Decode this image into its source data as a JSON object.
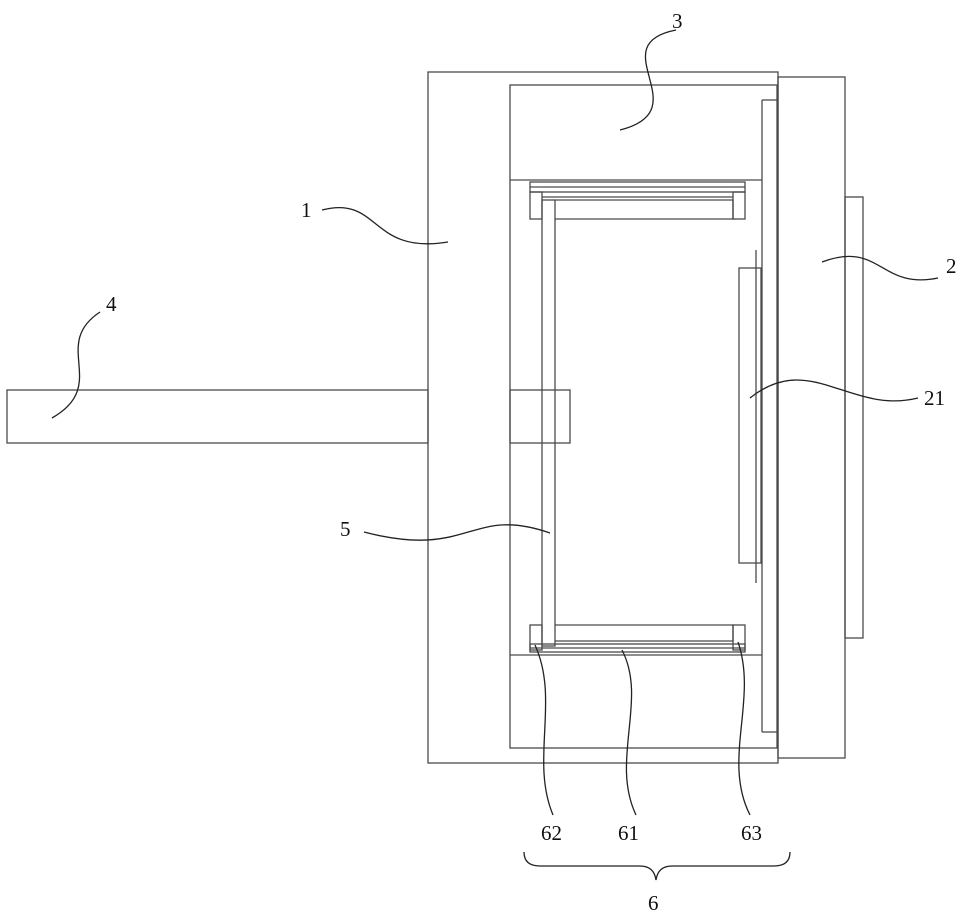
{
  "figure": {
    "labels": {
      "housing": "1",
      "cover_plate": "2",
      "top_block": "3",
      "rod": "4",
      "inner_frame": "5",
      "assembly_group": "6",
      "strip_61": "61",
      "hook_62": "62",
      "hook_63": "63",
      "panel_21": "21"
    }
  }
}
